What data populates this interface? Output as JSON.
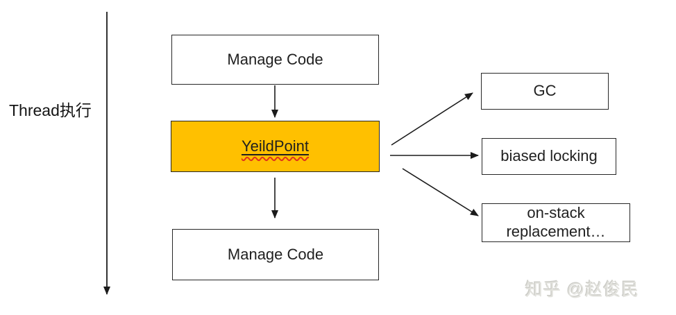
{
  "diagram": {
    "thread_label": "Thread执行",
    "flow": {
      "top": "Manage Code",
      "middle": "YeildPoint",
      "bottom": "Manage Code"
    },
    "targets": {
      "gc": "GC",
      "biased_locking": "biased locking",
      "on_stack": "on-stack replacement…"
    },
    "colors": {
      "yield_fill": "#FFC000",
      "box_border": "#262626",
      "arrow": "#1b1b1b",
      "spellcheck_squiggle": "#E0351B",
      "watermark_gray": "#E2E2DD"
    }
  },
  "watermark": {
    "text": "知乎 @赵俊民"
  }
}
